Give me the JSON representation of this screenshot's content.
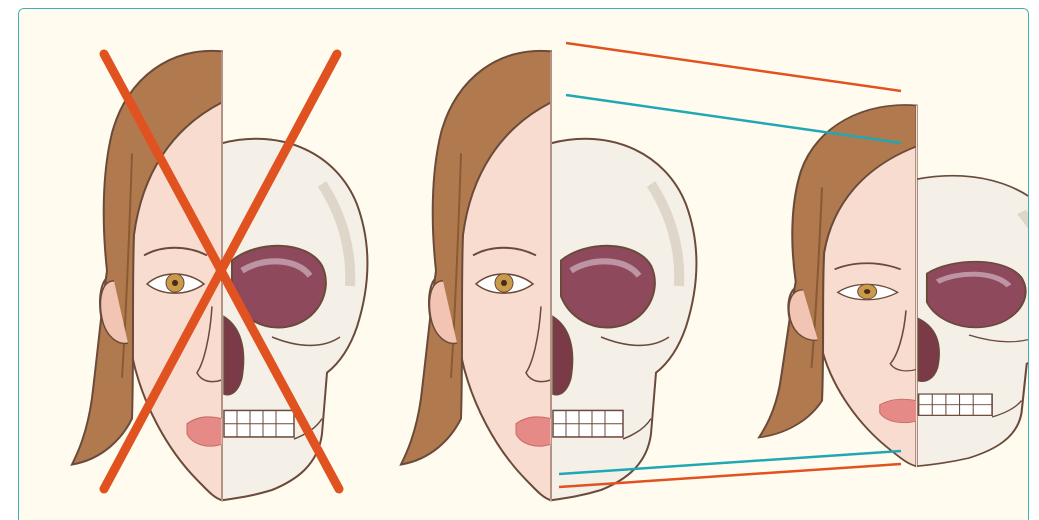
{
  "colors": {
    "panel_background": "#fffcef",
    "frame_border": "#3bb0b6",
    "skin": "#f8dcd0",
    "skin_shadow": "#f1c4b4",
    "hair": "#b07a4e",
    "hair_dark": "#8a5a35",
    "skull": "#f4f0e8",
    "skull_shadow": "#d9cfc2",
    "orbit": "#8e4a5c",
    "nose_cavity": "#7a3a48",
    "iris": "#c89a4a",
    "lips": "#e58a86",
    "outline": "#6b4a3a",
    "cross_mark": "#e0521f",
    "guide_red": "#e0521f",
    "guide_teal": "#1fa8b4"
  },
  "figures": [
    {
      "name": "rejected-example",
      "crossed_out": true
    },
    {
      "name": "correct-example-large",
      "crossed_out": false
    },
    {
      "name": "correct-example-small",
      "crossed_out": false
    }
  ],
  "guide_lines": [
    {
      "name": "top-red-line",
      "color_key": "guide_red"
    },
    {
      "name": "top-teal-line",
      "color_key": "guide_teal"
    },
    {
      "name": "bottom-teal-line",
      "color_key": "guide_teal"
    },
    {
      "name": "bottom-red-line",
      "color_key": "guide_red"
    }
  ]
}
